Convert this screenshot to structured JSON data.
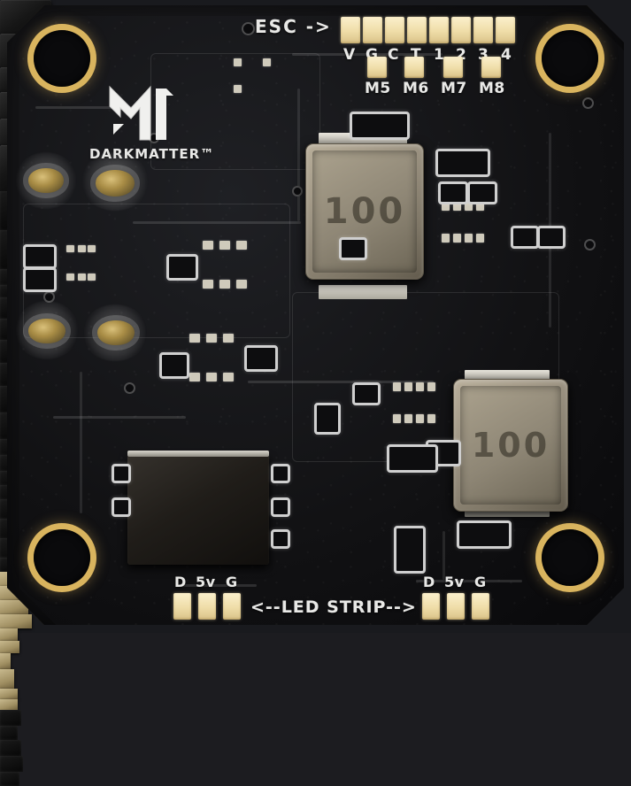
{
  "board": {
    "name": "DARKMATTER flight controller PCB",
    "brand_mark": "DM",
    "brand_text": "DARKMATTER™",
    "soldermask_color": "#141416",
    "pad_color": "#f2e3ae",
    "silkscreen_color": "#e9e9e7",
    "mounting_hole_color": "#d9b45e"
  },
  "silkscreen": {
    "esc_label": "ESC ->",
    "led_strip_label": "<--LED STRIP-->",
    "esc_pad_labels": [
      "V",
      "G",
      "C",
      "T",
      "1",
      "2",
      "3",
      "4"
    ],
    "motor_pad_labels": [
      "M5",
      "M6",
      "M7",
      "M8"
    ],
    "led_left_labels": [
      "D",
      "5v",
      "G"
    ],
    "led_right_labels": [
      "D",
      "5v",
      "G"
    ]
  },
  "inductors": [
    {
      "marking": "100",
      "position": "upper-center"
    },
    {
      "marking": "100",
      "position": "lower-right"
    }
  ],
  "mounting_holes": [
    {
      "corner": "top-left"
    },
    {
      "corner": "top-right"
    },
    {
      "corner": "bottom-left"
    },
    {
      "corner": "bottom-right"
    }
  ]
}
